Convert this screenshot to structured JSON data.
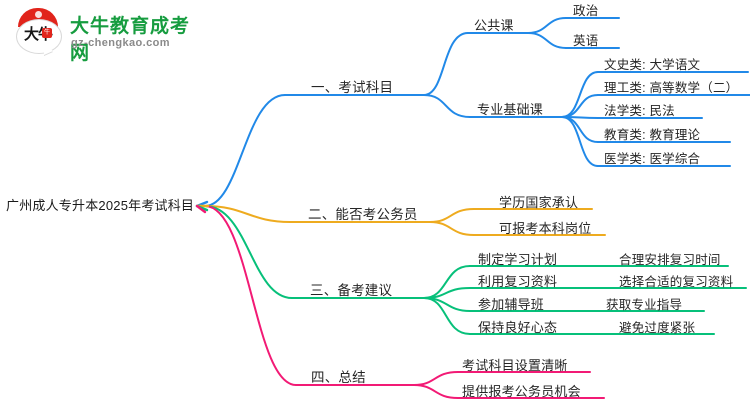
{
  "logo": {
    "mark_text": "大牛",
    "seal_text": "牛",
    "brand_cn": "大牛教育成考网",
    "brand_url": "gz-chengkao.com"
  },
  "colors": {
    "blue": "#2189e8",
    "orange": "#eeab1f",
    "green": "#07c07a",
    "pink": "#f21a75",
    "text": "#262626"
  },
  "mindmap": {
    "root": "广州成人专升本2025年考试科目",
    "branches": [
      {
        "label": "一、考试科目",
        "color": "#2189e8",
        "children": [
          {
            "label": "公共课",
            "children": [
              {
                "label": "政治"
              },
              {
                "label": "英语"
              }
            ]
          },
          {
            "label": "专业基础课",
            "children": [
              {
                "label": "文史类: 大学语文"
              },
              {
                "label": "理工类: 高等数学（二）"
              },
              {
                "label": "法学类: 民法"
              },
              {
                "label": "教育类: 教育理论"
              },
              {
                "label": "医学类: 医学综合"
              }
            ]
          }
        ]
      },
      {
        "label": "二、能否考公务员",
        "color": "#eeab1f",
        "children": [
          {
            "label": "学历国家承认",
            "children": []
          },
          {
            "label": "可报考本科岗位",
            "children": []
          }
        ]
      },
      {
        "label": "三、备考建议",
        "color": "#07c07a",
        "children": [
          {
            "label": "制定学习计划",
            "children": [
              {
                "label": "合理安排复习时间"
              }
            ]
          },
          {
            "label": "利用复习资料",
            "children": [
              {
                "label": "选择合适的复习资料"
              }
            ]
          },
          {
            "label": "参加辅导班",
            "children": [
              {
                "label": "获取专业指导"
              }
            ]
          },
          {
            "label": "保持良好心态",
            "children": [
              {
                "label": "避免过度紧张"
              }
            ]
          }
        ]
      },
      {
        "label": "四、总结",
        "color": "#f21a75",
        "children": [
          {
            "label": "考试科目设置清晰",
            "children": []
          },
          {
            "label": "提供报考公务员机会",
            "children": []
          }
        ]
      }
    ]
  }
}
